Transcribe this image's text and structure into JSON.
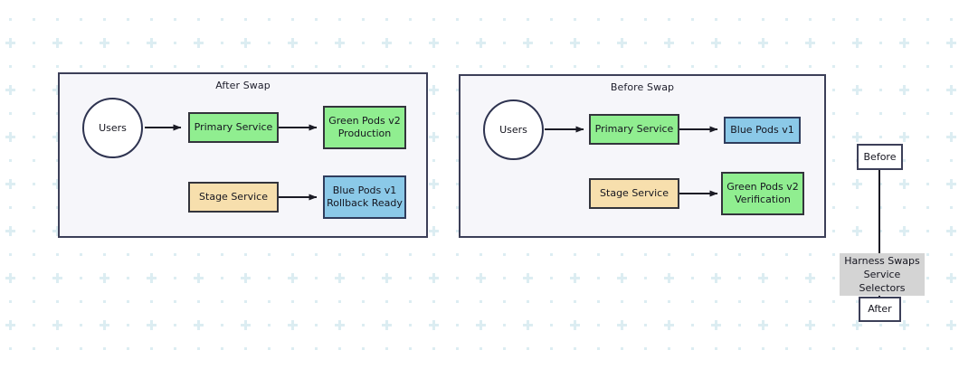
{
  "diagram": {
    "title_visible": false,
    "background": {
      "color": "#ffffff",
      "pattern_color": "#dcedf2",
      "pattern": "dots-and-crosses"
    },
    "colors": {
      "cluster_fill": "#f6f6fa",
      "cluster_border": "#3c3f58",
      "green": "#90ee90",
      "blue": "#8bc9e8",
      "wheat": "#f7dfad",
      "white": "#ffffff",
      "edge": "#1b1b25",
      "edge_label_bg": "#d4d4d4"
    },
    "clusters": [
      {
        "id": "after-swap",
        "title": "After Swap",
        "nodes": [
          {
            "id": "users-after",
            "label": "Users",
            "shape": "circle",
            "style": "plain"
          },
          {
            "id": "primary-service-after",
            "label": "Primary Service",
            "shape": "rect",
            "style": "green"
          },
          {
            "id": "green-pods-after",
            "label": "Green Pods v2\nProduction",
            "shape": "rect",
            "style": "green"
          },
          {
            "id": "stage-service-after",
            "label": "Stage Service",
            "shape": "rect",
            "style": "wheat"
          },
          {
            "id": "blue-pods-after",
            "label": "Blue Pods v1\nRollback Ready",
            "shape": "rect",
            "style": "blue"
          }
        ],
        "edges": [
          {
            "from": "users-after",
            "to": "primary-service-after",
            "label": ""
          },
          {
            "from": "primary-service-after",
            "to": "green-pods-after",
            "label": ""
          },
          {
            "from": "stage-service-after",
            "to": "blue-pods-after",
            "label": ""
          }
        ]
      },
      {
        "id": "before-swap",
        "title": "Before Swap",
        "nodes": [
          {
            "id": "users-before",
            "label": "Users",
            "shape": "circle",
            "style": "plain"
          },
          {
            "id": "primary-service-before",
            "label": "Primary Service",
            "shape": "rect",
            "style": "green"
          },
          {
            "id": "blue-pods-before",
            "label": "Blue Pods v1",
            "shape": "rect",
            "style": "blue"
          },
          {
            "id": "stage-service-before",
            "label": "Stage Service",
            "shape": "rect",
            "style": "wheat"
          },
          {
            "id": "green-pods-before",
            "label": "Green Pods v2\nVerification",
            "shape": "rect",
            "style": "green"
          }
        ],
        "edges": [
          {
            "from": "users-before",
            "to": "primary-service-before",
            "label": ""
          },
          {
            "from": "primary-service-before",
            "to": "blue-pods-before",
            "label": ""
          },
          {
            "from": "stage-service-before",
            "to": "green-pods-before",
            "label": ""
          }
        ]
      }
    ],
    "timeline": {
      "before_node": {
        "id": "before",
        "label": "Before",
        "shape": "rect",
        "style": "plain"
      },
      "after_node": {
        "id": "after",
        "label": "After",
        "shape": "rect",
        "style": "plain"
      },
      "edge_label": "Harness Swaps\nService Selectors"
    }
  }
}
